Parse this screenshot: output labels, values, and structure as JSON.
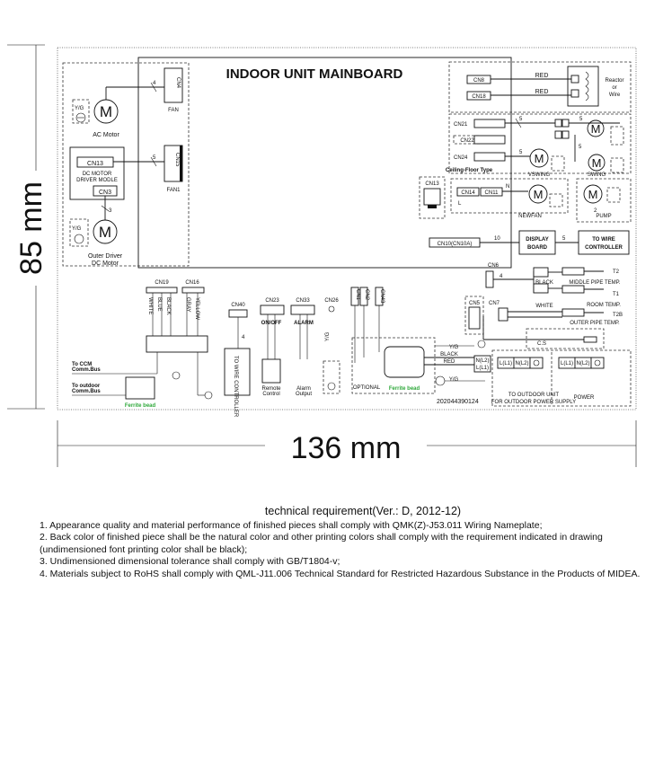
{
  "dimensions": {
    "height": "85 mm",
    "width": "136 mm"
  },
  "board": {
    "title": "INDOOR UNIT MAINBOARD",
    "part_number": "202044390124",
    "connectors": {
      "cn4": "CN4",
      "cn15": "CN15",
      "cn13_driver": "CN13",
      "cn3": "CN3",
      "cn8": "CN8",
      "cn18": "CN18",
      "cn21": "CN21",
      "cn22": "CN22",
      "cn24": "CN24",
      "cn13": "CN13",
      "cn14": "CN14",
      "cn11": "CN11",
      "cn10": "CN10(CN10A)",
      "cn6": "CN6",
      "cn5": "CN5",
      "cn7": "CN7",
      "cn19": "CN19",
      "cn16": "CN16",
      "cn40": "CN40",
      "cn23": "CN23",
      "cn33": "CN33",
      "cn26": "CN26",
      "cn1": "CN1",
      "cn2": "CN2",
      "cn43": "CN43"
    },
    "labels": {
      "fan": "FAN",
      "fan1": "FAN1",
      "ac_motor": "AC Motor",
      "dc_driver_1": "DC MOTOR",
      "dc_driver_2": "DRIVER MODLE",
      "outer_driver_1": "Outer Driver",
      "outer_driver_2": "DC Motor",
      "yg": "Y/G",
      "reactor_1": "Reactor",
      "reactor_2": "or",
      "reactor_3": "Wire",
      "red": "RED",
      "vswing": "VSWING",
      "swing": "SWING",
      "ceiling_floor": "Ceiling-Floor Type",
      "newfan": "NEWFAN",
      "pump": "PUMP",
      "n": "N",
      "l": "L",
      "display_1": "DISPLAY",
      "display_2": "BOARD",
      "to_wire_1": "TO WIRE",
      "to_wire_2": "CONTROLLER",
      "black": "BLACK",
      "white": "WHITE",
      "t2": "T2",
      "middle_pipe": "MIDDLE PIPE TEMP.",
      "t1": "T1",
      "room_temp": "ROOM TEMP.",
      "t2b": "T2B",
      "outer_pipe": "OUTER PIPE TEMP.",
      "cs": "C.S",
      "on_off": "ON/OFF",
      "alarm": "ALARM",
      "wire_white": "WHITE",
      "wire_blue": "BLUE",
      "wire_black": "BLACK",
      "wire_gray": "GRAY",
      "wire_yellow": "YELLOW",
      "to_ccm_1": "To CCM",
      "to_ccm_2": "Comm.Bus",
      "to_outdoor_1": "To outdoor",
      "to_outdoor_2": "Comm.Bus",
      "ferrite": "Ferrite bead",
      "to_wire_vert": "TO WIRE CONTROLLER",
      "remote_1": "Remote",
      "remote_2": "Control",
      "alarm_out_1": "Alarm",
      "alarm_out_2": "Output",
      "optional": "OPTIONAL",
      "black_short": "BLACK",
      "red_short": "RED",
      "terminal_l1": "L(L1)",
      "terminal_n": "N(L2)",
      "to_outdoor_unit": "TO OUTDOOR UNIT",
      "for_outdoor_power": "FOR OUTDOOR POWER SUPPLY",
      "power": "POWER"
    },
    "wire_counts": {
      "four": "4",
      "five": "5",
      "three": "3",
      "two": "2",
      "ten": "10"
    }
  },
  "requirements": {
    "title": "technical requirement(Ver.: D, 2012-12)",
    "items": [
      "1. Appearance quality and material performance of finished pieces shall comply with QMK(Z)-J53.011 Wiring Nameplate;",
      "2.  Back color of finished piece shall be the natural color and other printing colors shall comply with the requirement indicated in drawing (undimensioned font printing color shall be black);",
      "3.  Undimensioned dimensional tolerance shall comply with GB/T1804-v;",
      "4. Materials subject to RoHS shall comply with QML-J11.006 Technical Standard for Restricted Hazardous Substance in the Products of MIDEA."
    ]
  },
  "colors": {
    "line": "#111111",
    "ferrite_label": "#2ea83a",
    "background": "#ffffff"
  }
}
